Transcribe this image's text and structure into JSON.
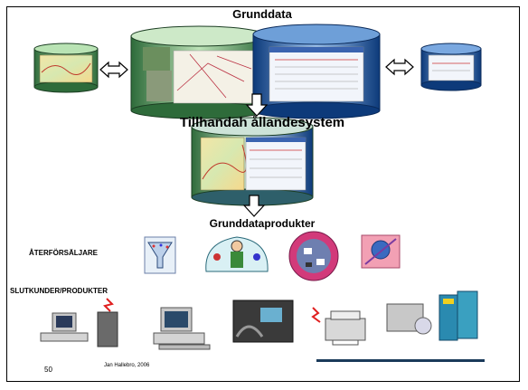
{
  "labels": {
    "title": "Grunddata",
    "system": "Tillhandah ållandesystem",
    "products": "Grunddataprodukter",
    "resellers": "ÅTERFÖRSÄLJARE",
    "end_customers": "SLUTKUNDER/PRODUKTER",
    "page_number": "50",
    "credit": "Jan Hallebro,  2006"
  },
  "icons": {
    "arrows": [
      "double-arrow-icon",
      "double-arrow-icon",
      "down-arrow-icon",
      "down-arrow-icon"
    ],
    "resellers": [
      "funnel-clipart-icon",
      "people-clipart-icon",
      "network-clipart-icon",
      "globe-clipart-icon"
    ],
    "customers": [
      "computer-tower-icon",
      "desktop-computer-icon",
      "car-navigation-icon",
      "printer-icon",
      "books-icon"
    ]
  },
  "colors": {
    "cylinder_green": "#7fbf7f",
    "cylinder_blue": "#1a5fb4",
    "arrow": "#ffffff"
  }
}
